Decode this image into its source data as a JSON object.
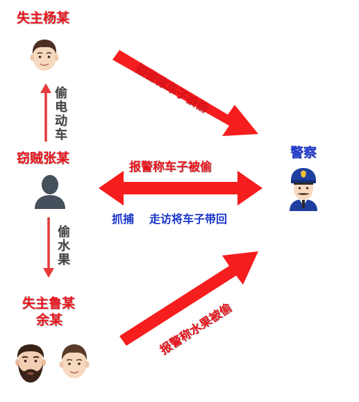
{
  "nodes": {
    "owner_yang": "失主杨某",
    "thief_zhang": "窃贼张某",
    "owner_lu_yu_line1": "失主鲁某",
    "owner_lu_yu_line2": "余某",
    "police": "警察"
  },
  "edges": {
    "steal_ebike": "偷电动车",
    "steal_fruit": "偷水果",
    "report_car_top": "报警称车子被偷",
    "report_car_middle": "报警称车子被偷",
    "report_fruit": "报警称水果被偷",
    "arrest": "抓捕",
    "visit_return": "走访将车子带回"
  },
  "colors": {
    "arrow_red": "#f51d1d",
    "label_red": "#e8141c",
    "label_blue": "#1a35c9",
    "police_blue": "#1f3fa0",
    "skin": "#f7d9c0",
    "hair_brown": "#4a2f22",
    "silhouette": "#46505c"
  },
  "icons": [
    "man-face-icon",
    "person-silhouette-icon",
    "bearded-man-icon",
    "man-face-icon",
    "police-officer-icon"
  ]
}
